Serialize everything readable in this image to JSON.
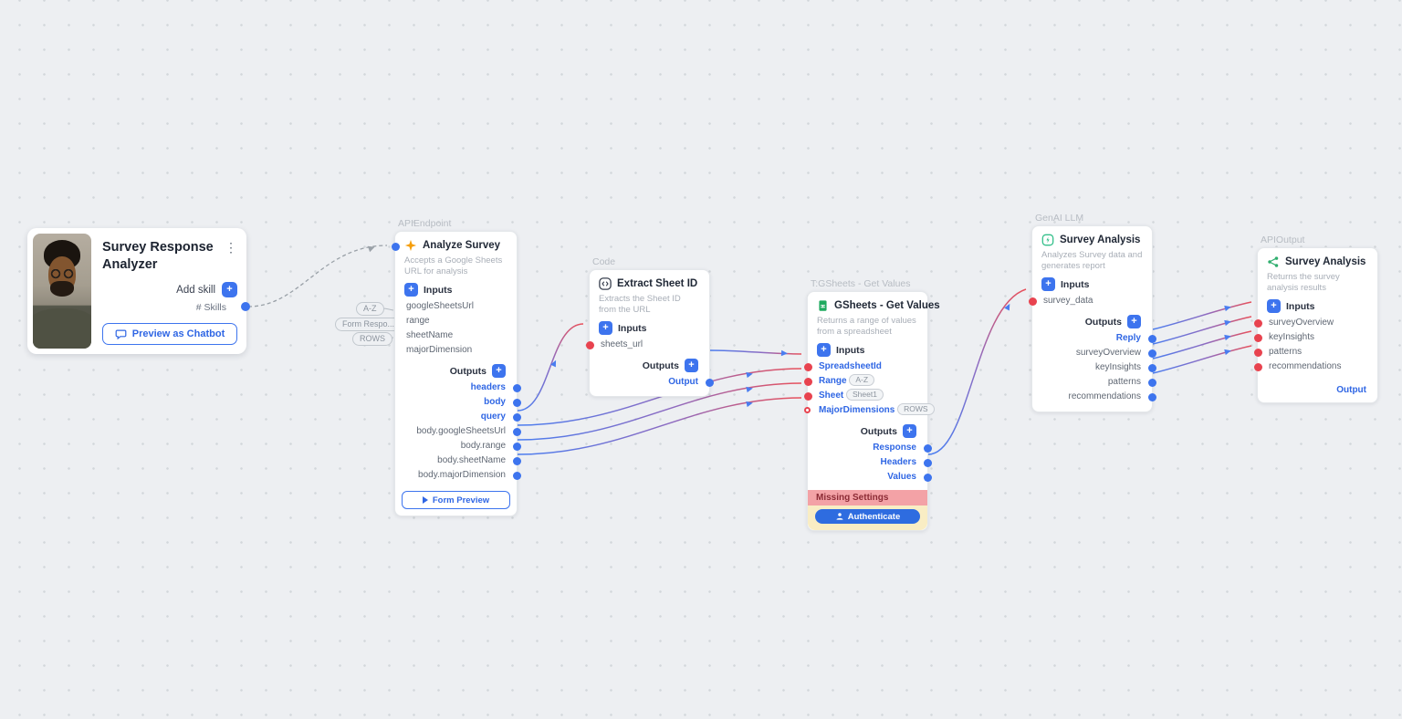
{
  "ui": {
    "inputs_label": "Inputs",
    "outputs_label": "Outputs",
    "output_label": "Output",
    "plus": "+",
    "kebab": "⋮"
  },
  "colors": {
    "accent_blue": "#3d74ee",
    "bold_blue": "#2f66e4",
    "port_red": "#e8434f",
    "edge_blue": "#4a7df0",
    "edge_red": "#e8505b",
    "warning_bg": "#f3a2a6",
    "warning_text": "#8c2b35",
    "footer_yellow": "#f9edc4",
    "canvas_bg": "#edeff2"
  },
  "agent_card": {
    "title": "Survey Response Analyzer",
    "add_skill": "Add skill",
    "skills": "# Skills",
    "preview_button": "Preview as Chatbot"
  },
  "canvas_pills": [
    "A-Z",
    "Form Respo...",
    "ROWS"
  ],
  "nodes": {
    "api_endpoint": {
      "type": "APIEndpoint",
      "title": "Analyze Survey",
      "description": "Accepts a Google Sheets URL for analysis",
      "inputs": [
        "googleSheetsUrl",
        "range",
        "sheetName",
        "majorDimension"
      ],
      "outputs_bold": [
        "headers",
        "body",
        "query"
      ],
      "outputs_plain": [
        "body.googleSheetsUrl",
        "body.range",
        "body.sheetName",
        "body.majorDimension"
      ],
      "form_preview": "Form Preview"
    },
    "code": {
      "type": "Code",
      "title": "Extract Sheet ID",
      "description": "Extracts the Sheet ID from the URL",
      "inputs": [
        "sheets_url"
      ]
    },
    "gsheets": {
      "type": "T:GSheets - Get Values",
      "title": "GSheets - Get Values",
      "description": "Returns a range of values from a spreadsheet",
      "inputs": [
        {
          "label": "SpreadsheetId"
        },
        {
          "label": "Range",
          "pill": "A-Z"
        },
        {
          "label": "Sheet",
          "pill": "Sheet1"
        },
        {
          "label": "MajorDimensions",
          "pill": "ROWS"
        }
      ],
      "outputs": [
        "Response",
        "Headers",
        "Values"
      ],
      "warning": "Missing Settings",
      "authenticate": "Authenticate"
    },
    "genai": {
      "type": "GenAI LLM",
      "title": "Survey Analysis",
      "description": "Analyzes Survey data and generates report",
      "inputs": [
        "survey_data"
      ],
      "outputs_bold": [
        "Reply"
      ],
      "outputs_plain": [
        "surveyOverview",
        "keyInsights",
        "patterns",
        "recommendations"
      ]
    },
    "api_output": {
      "type": "APIOutput",
      "title": "Survey Analysis",
      "description": "Returns the survey analysis results",
      "inputs": [
        "surveyOverview",
        "keyInsights",
        "patterns",
        "recommendations"
      ]
    }
  }
}
